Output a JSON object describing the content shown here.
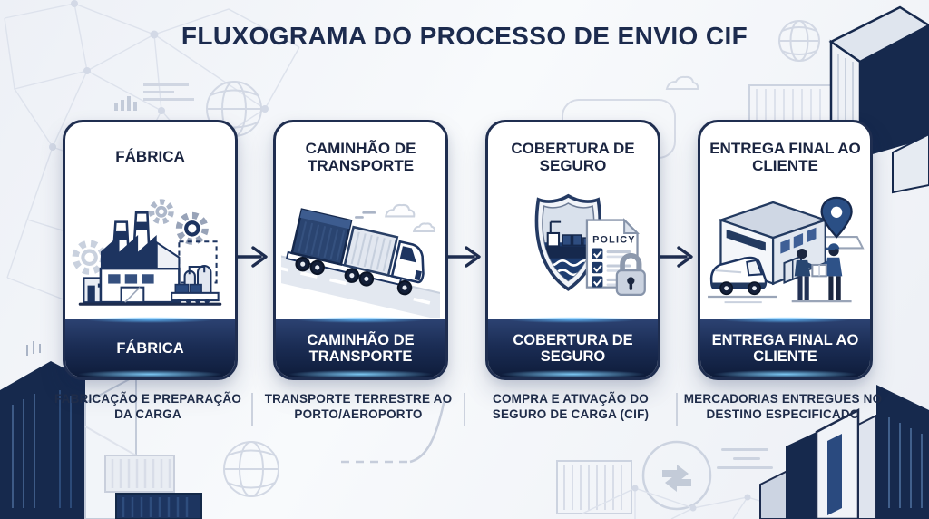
{
  "title": "FLUXOGRAMA DO PROCESSO DE ENVIO CIF",
  "steps": [
    {
      "title": "FÁBRICA",
      "banner_label": "FÁBRICA",
      "caption": "FABRICAÇÃO E PREPARAÇÃO DA CARGA",
      "icon": "factory-icon"
    },
    {
      "title": "CAMINHÃO DE TRANSPORTE",
      "banner_label": "CAMINHÃO DE TRANSPORTE",
      "caption": "TRANSPORTE TERRESTRE AO PORTO/AEROPORTO",
      "icon": "transport-truck-icon"
    },
    {
      "title": "COBERTURA DE SEGURO",
      "banner_label": "COBERTURA DE SEGURO",
      "caption": "COMPRA E ATIVAÇÃO DO SEGURO DE CARGA (CIF)",
      "icon": "insurance-shield-icon",
      "policy_label": "POLICY"
    },
    {
      "title": "ENTREGA FINAL AO CLIENTE",
      "banner_label": "ENTREGA FINAL AO CLIENTE",
      "caption": "MERCADORIAS ENTREGUES NO DESTINO ESPECIFICADO",
      "icon": "delivery-icon"
    }
  ],
  "colors": {
    "navy": "#1f2e50",
    "banner_top": "#2c4272",
    "banner_bottom": "#0e1c3a",
    "glow_cyan": "#57c8ff",
    "accent_blue": "#2a4a7f",
    "decor_gray": "#d2d8e4"
  }
}
